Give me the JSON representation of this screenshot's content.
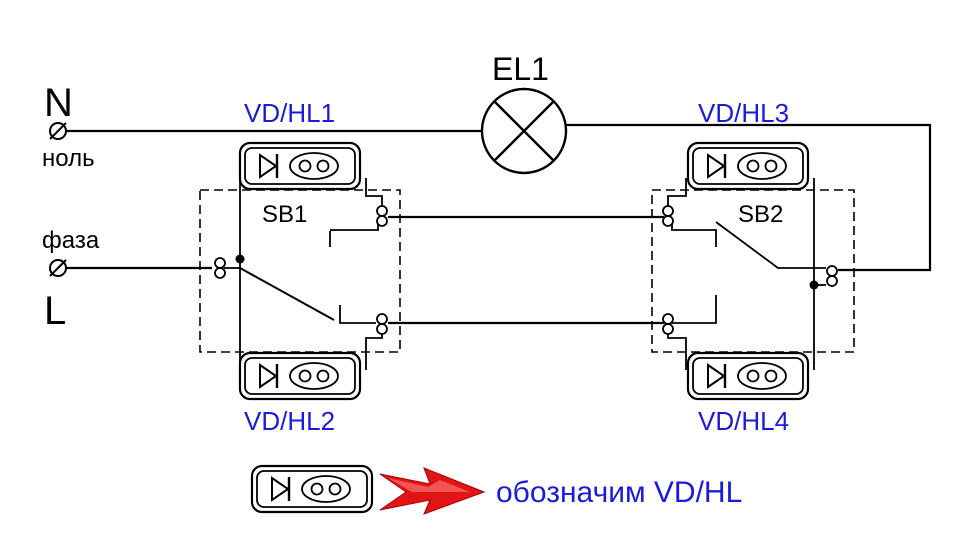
{
  "terminals": {
    "neutral_letter": "N",
    "neutral_word": "ноль",
    "phase_word": "фаза",
    "phase_letter": "L"
  },
  "lamp": {
    "label": "EL1"
  },
  "switches": {
    "sb1": "SB1",
    "sb2": "SB2"
  },
  "indicators": {
    "hl1": "VD/HL1",
    "hl2": "VD/HL2",
    "hl3": "VD/HL3",
    "hl4": "VD/HL4"
  },
  "legend": {
    "text": "обозначим VD/HL"
  },
  "colors": {
    "label_blue": "#1a1adb",
    "arrow_red": "#e01515",
    "wire": "#000000"
  }
}
